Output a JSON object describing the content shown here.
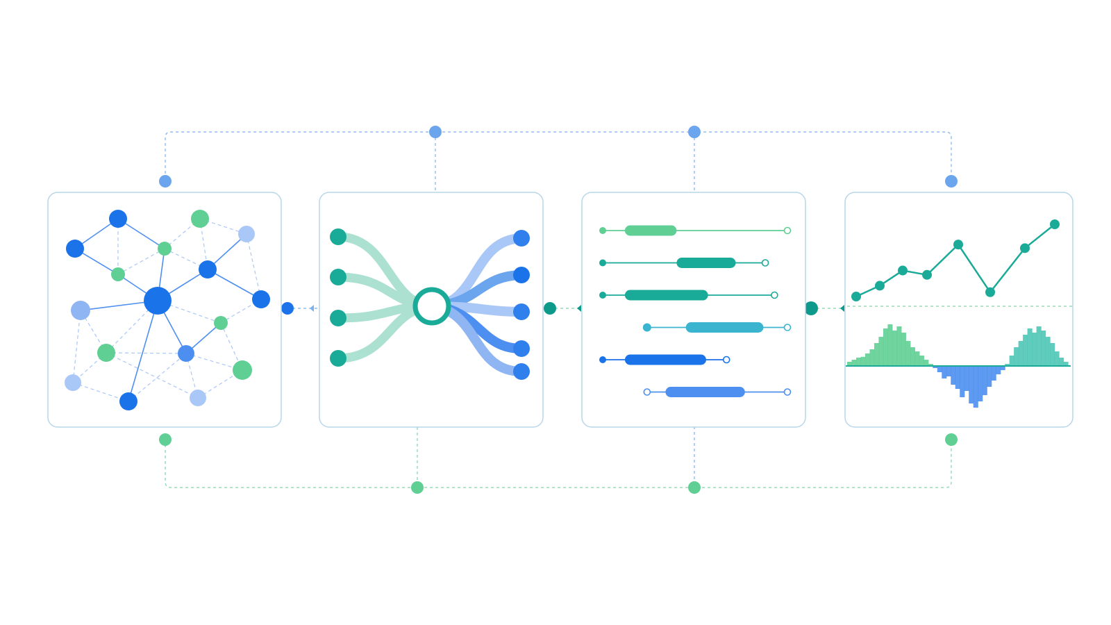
{
  "colors": {
    "blue": "#1a73e8",
    "blue_mid": "#4d8ff0",
    "blue_light": "#a9c7f7",
    "green": "#5fcf94",
    "teal": "#1aaa98",
    "teal_dark": "#0e9a8a",
    "cyan": "#3bb5cf",
    "frame_stroke": "#b7d6ea",
    "dash_blue": "#7cb1ee",
    "dash_green": "#7fd3a9"
  },
  "panels": [
    {
      "name": "network-graph-panel",
      "kind": "network"
    },
    {
      "name": "flow-merge-panel",
      "kind": "flow"
    },
    {
      "name": "timeline-panel",
      "kind": "timeline"
    },
    {
      "name": "line-and-histogram-panel",
      "kind": "signal"
    }
  ],
  "line_series": [
    0.0,
    0.15,
    0.36,
    0.3,
    0.72,
    0.06,
    0.67,
    1.0
  ],
  "histogram_series": [
    0.1,
    0.15,
    0.2,
    0.22,
    0.3,
    0.4,
    0.55,
    0.7,
    0.9,
    1.0,
    0.85,
    0.95,
    0.8,
    0.6,
    0.45,
    0.35,
    0.25,
    0.15,
    0.05,
    -0.05,
    -0.15,
    -0.3,
    -0.25,
    -0.45,
    -0.55,
    -0.75,
    -0.6,
    -0.9,
    -1.0,
    -0.85,
    -0.7,
    -0.5,
    -0.35,
    -0.2,
    -0.1,
    0.05,
    0.25,
    0.45,
    0.6,
    0.75,
    0.9,
    0.8,
    0.95,
    0.85,
    0.7,
    0.55,
    0.35,
    0.2,
    0.1
  ],
  "timeline_bars": [
    {
      "start": 0.12,
      "end": 0.4,
      "line_end": 1.0,
      "color": "green"
    },
    {
      "start": 0.4,
      "end": 0.72,
      "line_end": 0.88,
      "color": "teal"
    },
    {
      "start": 0.12,
      "end": 0.57,
      "line_end": 0.93,
      "color": "teal"
    },
    {
      "start": 0.45,
      "end": 0.87,
      "line_end": 1.0,
      "color": "cyan"
    },
    {
      "start": 0.12,
      "end": 0.56,
      "line_end": 0.67,
      "color": "blue"
    },
    {
      "start": 0.34,
      "end": 0.77,
      "line_end": 1.0,
      "color": "blue_mid"
    }
  ]
}
